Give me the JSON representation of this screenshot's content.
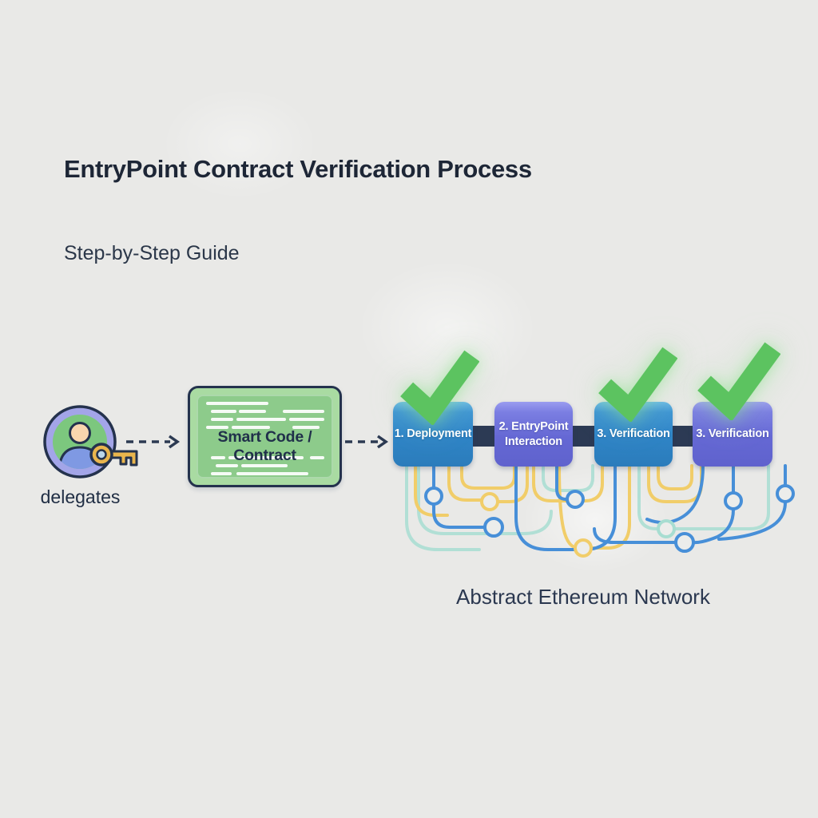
{
  "title": "EntryPoint Contract Verification Process",
  "subtitle": "Step-by-Step Guide",
  "actor": {
    "label": "delegates",
    "icon": "user-with-key-icon"
  },
  "contract": {
    "label": "Smart Code / Contract"
  },
  "steps": [
    {
      "label": "1. Deployment",
      "lines": [
        "1. Deployment"
      ],
      "color": "blue",
      "checked": true
    },
    {
      "label": "2. EntryPoint Interaction",
      "lines": [
        "2. EntryPoint",
        "Interaction"
      ],
      "color": "purple",
      "checked": false
    },
    {
      "label": "3. Verification",
      "lines": [
        "3. Verification"
      ],
      "color": "blue",
      "checked": true
    },
    {
      "label": "3. Verification",
      "lines": [
        "3. Verification"
      ],
      "color": "purple",
      "checked": true
    }
  ],
  "network_caption": "Abstract Ethereum Network",
  "colors": {
    "background": "#e9e9e7",
    "heading": "#1d2636",
    "step_blue": "#2f84c6",
    "step_purple": "#6568d4",
    "connector": "#2c3a54",
    "check_green": "#5cc360",
    "contract_green": "#a9dba2",
    "contract_green_inner": "#8dcb8b",
    "outline_navy": "#24324d",
    "net_blue": "#478fd8",
    "net_yellow": "#f1cd69",
    "net_teal": "#a7ddd1"
  }
}
